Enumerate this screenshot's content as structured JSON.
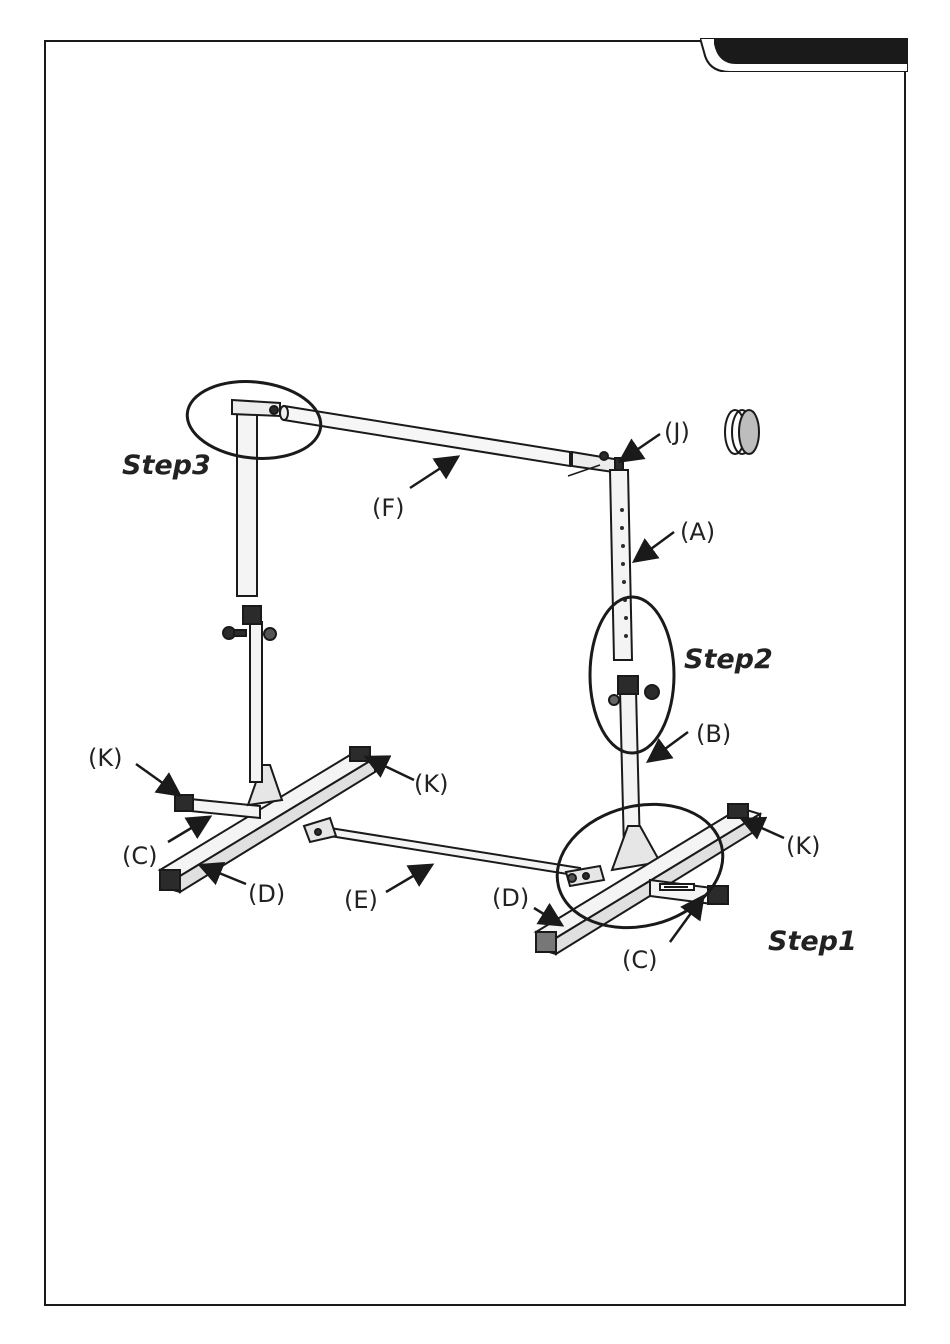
{
  "steps": {
    "step1": "Step1",
    "step2": "Step2",
    "step3": "Step3"
  },
  "parts": {
    "A": "(A)",
    "B": "(B)",
    "C_left": "(C)",
    "C_right": "(C)",
    "D_left": "(D)",
    "D_right": "(D)",
    "E": "(E)",
    "F": "(F)",
    "J": "(J)",
    "K_left_outer": "(K)",
    "K_left_inner": "(K)",
    "K_right": "(K)"
  },
  "colors": {
    "line": "#1a1a1a",
    "tube_fill": "#f4f4f4",
    "tube_shade": "#c9c9c9",
    "cap": "#2b2b2b"
  }
}
